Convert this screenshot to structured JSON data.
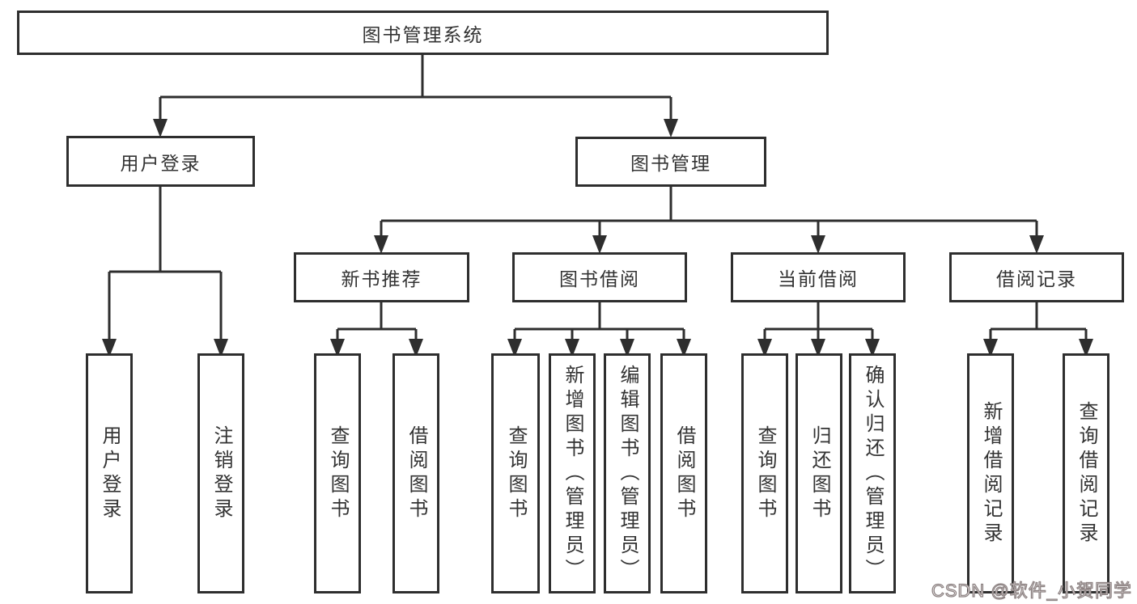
{
  "diagram": {
    "root": "图书管理系统",
    "level1": [
      {
        "label": "用户登录"
      },
      {
        "label": "图书管理"
      }
    ],
    "level2": [
      {
        "label": "新书推荐"
      },
      {
        "label": "图书借阅"
      },
      {
        "label": "当前借阅"
      },
      {
        "label": "借阅记录"
      }
    ],
    "leaves": {
      "user_login": [
        "用户登录",
        "注销登录"
      ],
      "new_book": [
        "查询图书",
        "借阅图书"
      ],
      "book_borrow": [
        "查询图书",
        "新增图书（管理员）",
        "编辑图书（管理员）",
        "借阅图书"
      ],
      "current_borrow": [
        "查询图书",
        "归还图书",
        "确认归还（管理员）"
      ],
      "borrow_record": [
        "新增借阅记录",
        "查询借阅记录"
      ]
    }
  },
  "watermark": "CSDN @软件_小贺同学",
  "colors": {
    "line": "#2e2e2e",
    "text": "#333333",
    "watermark_fill": "#ece7e7",
    "watermark_outline": "#8d8383"
  }
}
